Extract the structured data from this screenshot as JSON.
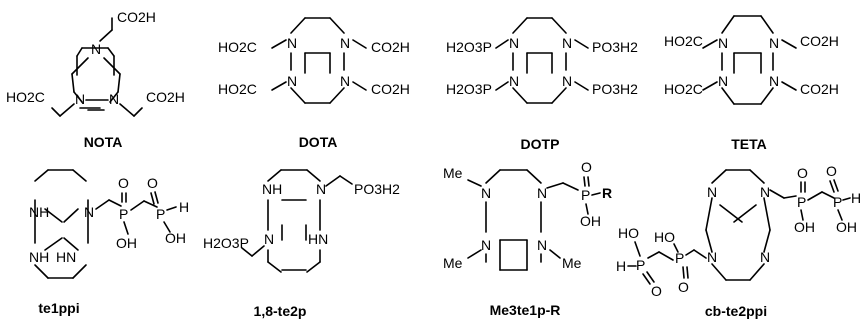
{
  "compounds": [
    {
      "name": "NOTA",
      "groups": [
        "CO2H",
        "HO2C",
        "CO2H"
      ]
    },
    {
      "name": "DOTA",
      "groups": [
        "HO2C",
        "CO2H",
        "HO2C",
        "CO2H"
      ]
    },
    {
      "name": "DOTP",
      "groups": [
        "H2O3P",
        "PO3H2",
        "H2O3P",
        "PO3H2"
      ]
    },
    {
      "name": "TETA",
      "groups": [
        "HO2C",
        "CO2H",
        "HO2C",
        "CO2H"
      ]
    },
    {
      "name": "te1ppi",
      "groups": [
        "O",
        "O",
        "P",
        "P",
        "H",
        "OH",
        "OH"
      ]
    },
    {
      "name": "1,8-te2p",
      "groups": [
        "PO3H2",
        "H2O3P"
      ]
    },
    {
      "name": "Me3te1p-R",
      "groups": [
        "O",
        "P",
        "R",
        "OH",
        "Me",
        "Me",
        "Me"
      ]
    },
    {
      "name": "cb-te2ppi",
      "groups": [
        "O",
        "O",
        "P",
        "P",
        "H",
        "OH",
        "OH",
        "HO",
        "HO",
        "O",
        "O",
        "P",
        "P",
        "H"
      ]
    }
  ],
  "atoms": {
    "N": "N",
    "NH": "NH",
    "HN": "HN"
  }
}
